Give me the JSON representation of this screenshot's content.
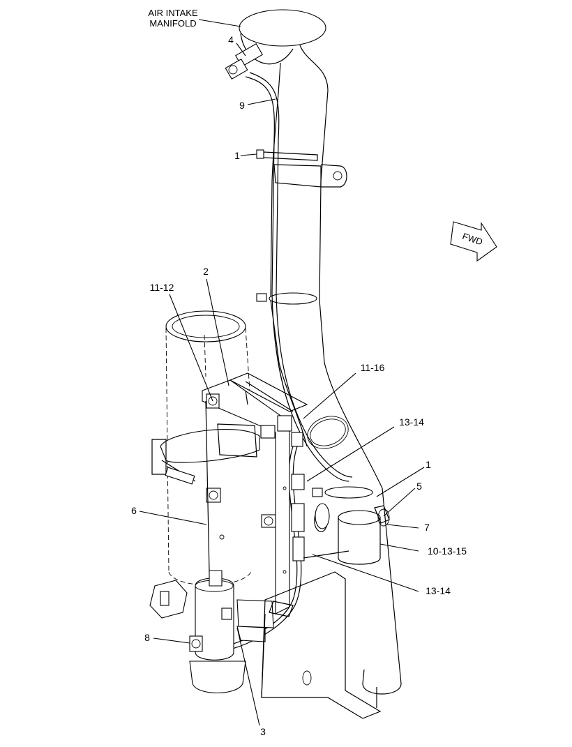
{
  "diagram": {
    "heading_line1": "AIR INTAKE",
    "heading_line2": "MANIFOLD",
    "fwd_label": "FWD",
    "callouts": {
      "c4": "4",
      "c9": "9",
      "c1_top": "1",
      "c2": "2",
      "c11_12": "11-12",
      "c11_16": "11-16",
      "c13_14_upper": "13-14",
      "c1_right": "1",
      "c5": "5",
      "c6": "6",
      "c7": "7",
      "c10_13_15": "10-13-15",
      "c13_14_lower": "13-14",
      "c8": "8",
      "c3": "3"
    }
  }
}
